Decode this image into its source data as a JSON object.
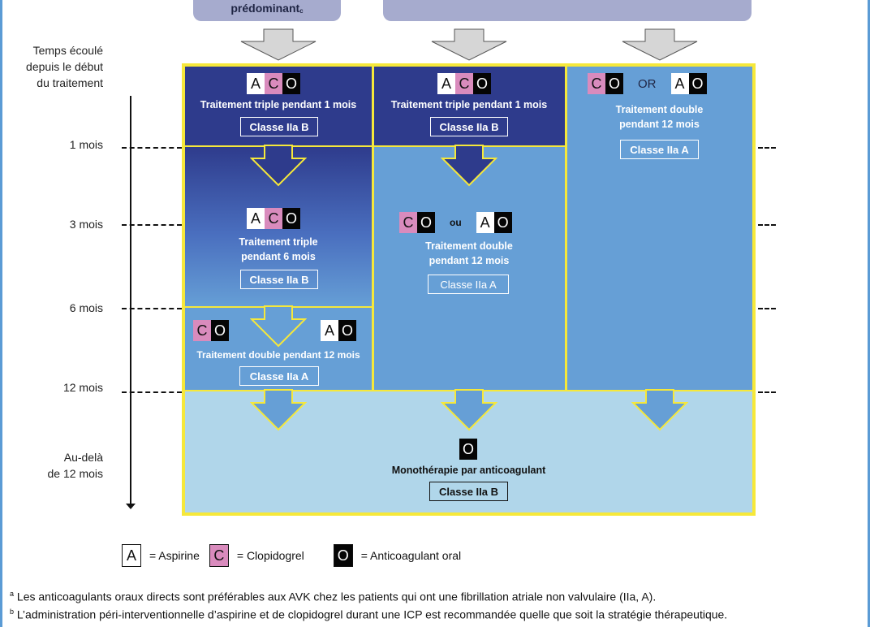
{
  "header_boxes": [
    {
      "label": "prédominant",
      "superscript": "c"
    },
    {
      "label": ""
    }
  ],
  "axis": {
    "title": [
      "Temps écoulé",
      "depuis le début",
      "du traitement"
    ],
    "ticks": [
      "1 mois",
      "3 mois",
      "6 mois",
      "12 mois"
    ],
    "beyond": [
      "Au-delà",
      "de 12 mois"
    ]
  },
  "columns": {
    "col1": {
      "phase1": {
        "chips": [
          "A",
          "C",
          "O"
        ],
        "text": "Traitement triple pendant 1 mois",
        "class": "Classe IIa B"
      },
      "phase2": {
        "chips": [
          "A",
          "C",
          "O"
        ],
        "text": [
          "Traitement triple",
          "pendant 6 mois"
        ],
        "class": "Classe IIa B"
      },
      "phase3": {
        "chips_left": [
          "C",
          "O"
        ],
        "chips_right": [
          "A",
          "O"
        ],
        "text": "Traitement double pendant 12 mois",
        "class": "Classe IIa A"
      }
    },
    "col2": {
      "phase1": {
        "chips": [
          "A",
          "C",
          "O"
        ],
        "text": "Traitement triple pendant 1 mois",
        "class": "Classe IIa B"
      },
      "phase2": {
        "chips_left": [
          "C",
          "O"
        ],
        "connector": "ou",
        "chips_right": [
          "A",
          "O"
        ],
        "text": [
          "Traitement double",
          "pendant 12 mois"
        ],
        "class": "Classe IIa A"
      }
    },
    "col3": {
      "phase1": {
        "chips_left": [
          "C",
          "O"
        ],
        "connector": "OR",
        "chips_right": [
          "A",
          "O"
        ],
        "text": [
          "Traitement double",
          "pendant 12 mois"
        ],
        "class": "Classe IIa A"
      }
    }
  },
  "final": {
    "chips": [
      "O"
    ],
    "text": "Monothérapie par anticoagulant",
    "class": "Classe IIa B"
  },
  "legend": [
    {
      "chip": "A",
      "label": "= Aspirine"
    },
    {
      "chip": "C",
      "label": "= Clopidogrel"
    },
    {
      "chip": "O",
      "label": "= Anticoagulant oral"
    }
  ],
  "footnotes": [
    {
      "mark": "a",
      "text": " Les anticoagulants oraux directs sont préférables aux AVK chez les patients qui ont une fibrillation atriale non valvulaire (IIa, A)."
    },
    {
      "mark": "b",
      "text": " L’administration péri-interventionnelle d’aspirine et de clopidogrel durant une ICP est recommandée quelle que soit la stratégie thérapeutique."
    }
  ],
  "colors": {
    "dark_blue": "#2e3b8c",
    "mid_blue": "#669fd6",
    "light_blue": "#b0d6ea",
    "yellow": "#f6e83a",
    "pink": "#d98bbd",
    "header": "#a6abce"
  }
}
